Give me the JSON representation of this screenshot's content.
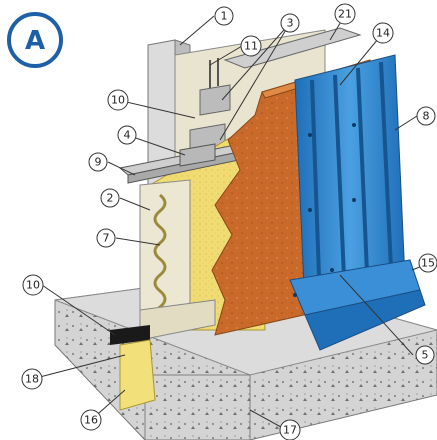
{
  "figure": {
    "badge": "A",
    "callouts": [
      {
        "id": "c1",
        "label": "1"
      },
      {
        "id": "c2",
        "label": "2"
      },
      {
        "id": "c3",
        "label": "3"
      },
      {
        "id": "c4",
        "label": "4"
      },
      {
        "id": "c5",
        "label": "5"
      },
      {
        "id": "c7",
        "label": "7"
      },
      {
        "id": "c8",
        "label": "8"
      },
      {
        "id": "c9",
        "label": "9"
      },
      {
        "id": "c10a",
        "label": "10"
      },
      {
        "id": "c10b",
        "label": "10"
      },
      {
        "id": "c11",
        "label": "11"
      },
      {
        "id": "c14",
        "label": "14"
      },
      {
        "id": "c15",
        "label": "15"
      },
      {
        "id": "c16",
        "label": "16"
      },
      {
        "id": "c17",
        "label": "17"
      },
      {
        "id": "c18",
        "label": "18"
      },
      {
        "id": "c21",
        "label": "21"
      }
    ]
  },
  "colors": {
    "badge": "#1f5fa8",
    "cladding": "#3a8fd6",
    "cladding_dark": "#1f5fa8",
    "board": "#c96a2a",
    "board_light": "#e08b45",
    "insulation": "#f2de7a",
    "concrete": "#d7d7d7",
    "wall_panel": "#e9e4cf"
  }
}
